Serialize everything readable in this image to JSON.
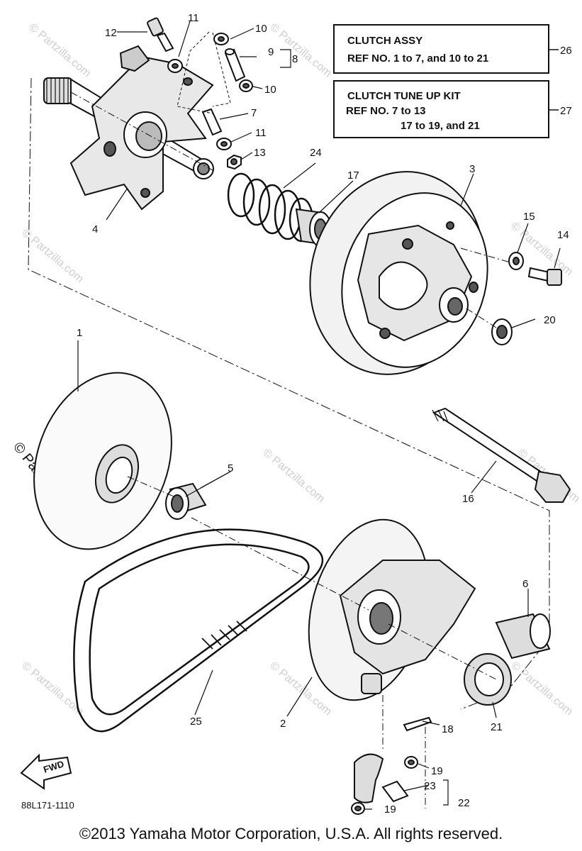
{
  "part_labels": [
    "1",
    "2",
    "3",
    "4",
    "5",
    "6",
    "7",
    "8",
    "9",
    "10",
    "10",
    "11",
    "11",
    "12",
    "13",
    "14",
    "15",
    "16",
    "17",
    "18",
    "19",
    "19",
    "20",
    "21",
    "22",
    "23",
    "24",
    "25"
  ],
  "ref_boxes": [
    {
      "title": "CLUTCH ASSY",
      "line1": "REF NO. 1 to 7, and 10 to 21",
      "line2": "",
      "ref": "26"
    },
    {
      "title": "CLUTCH TUNE UP KIT",
      "line1": "REF NO. 7 to 13",
      "line2": "17 to 19, and 21",
      "ref": "27"
    }
  ],
  "fwd_label": "FWD",
  "drawing_code": "88L171-1110",
  "watermark": "© Partzilla.com",
  "side_watermark": "© Partzilla.com",
  "copyright": "©2013 Yamaha Motor Corporation, U.S.A. All rights reserved."
}
